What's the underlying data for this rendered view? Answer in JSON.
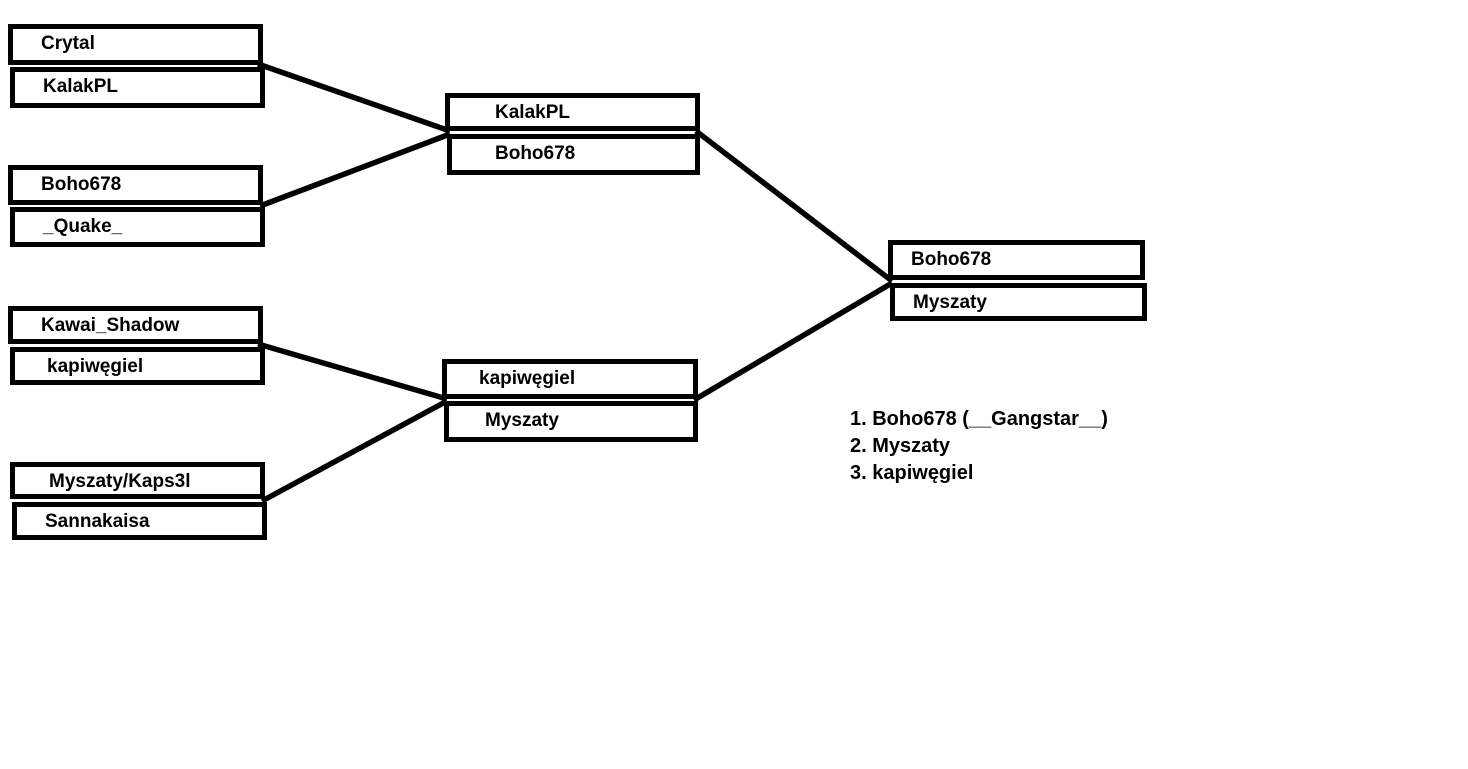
{
  "colors": {
    "background": "#ffffff",
    "box_border": "#000000",
    "box_fill": "#ffffff",
    "line": "#000000",
    "text": "#000000"
  },
  "bracket": {
    "round1": [
      {
        "top": "Crytal",
        "bottom": "KalakPL"
      },
      {
        "top": "Boho678",
        "bottom": "_Quake_"
      },
      {
        "top": "Kawai_Shadow",
        "bottom": "kapiwęgiel"
      },
      {
        "top": "Myszaty/Kaps3l",
        "bottom": "Sannakaisa"
      }
    ],
    "semifinals": [
      {
        "top": "KalakPL",
        "bottom": "Boho678"
      },
      {
        "top": "kapiwęgiel",
        "bottom": "Myszaty"
      }
    ],
    "final": {
      "top": "Boho678",
      "bottom": "Myszaty"
    }
  },
  "standings": [
    "1. Boho678 (__Gangstar__)",
    "2. Myszaty",
    "3. kapiwęgiel"
  ]
}
